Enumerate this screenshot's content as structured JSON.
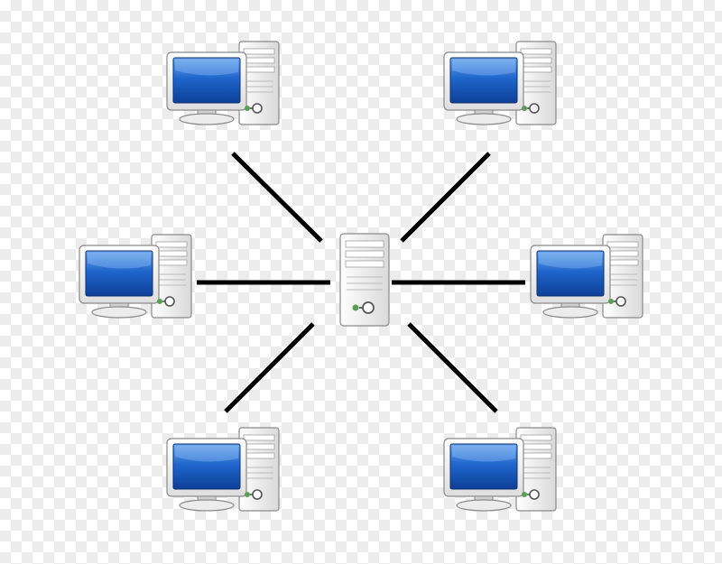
{
  "diagram": {
    "type": "star-network-topology",
    "center": {
      "icon": "server-tower-icon"
    },
    "nodes": [
      {
        "id": "top-left",
        "icon": "workstation-icon"
      },
      {
        "id": "top-right",
        "icon": "workstation-icon"
      },
      {
        "id": "middle-left",
        "icon": "workstation-icon"
      },
      {
        "id": "middle-right",
        "icon": "workstation-icon"
      },
      {
        "id": "bottom-left",
        "icon": "workstation-icon"
      },
      {
        "id": "bottom-right",
        "icon": "workstation-icon"
      }
    ],
    "connections": [
      {
        "from": "center",
        "to": "top-left"
      },
      {
        "from": "center",
        "to": "top-right"
      },
      {
        "from": "center",
        "to": "middle-left"
      },
      {
        "from": "center",
        "to": "middle-right"
      },
      {
        "from": "center",
        "to": "bottom-left"
      },
      {
        "from": "center",
        "to": "bottom-right"
      }
    ],
    "colors": {
      "screen": "#1e63c8",
      "screen_highlight": "#7fb4f5",
      "bezel": "#f2f2f2",
      "case": "#e6e6e6",
      "outline": "#8a8a8a",
      "link": "#000000",
      "power_button": "#5a9e57"
    }
  }
}
